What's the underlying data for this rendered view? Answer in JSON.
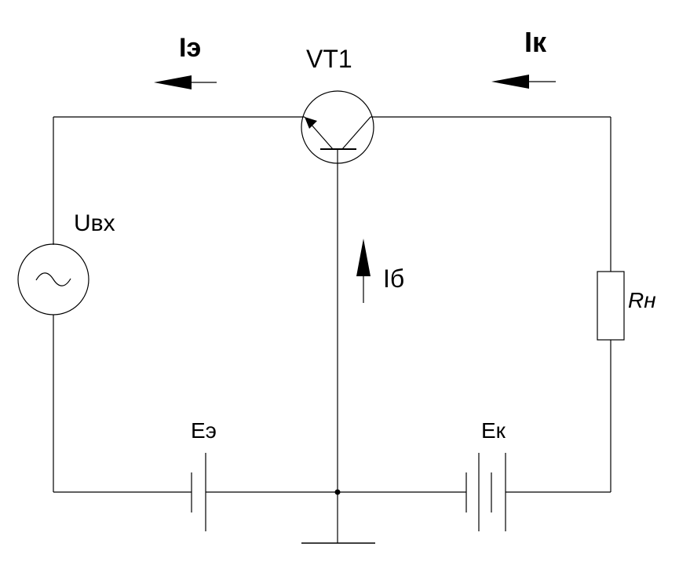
{
  "labels": {
    "emitter_current": "Iэ",
    "transistor": "VT1",
    "collector_current": "Iк",
    "input_voltage": "Uвх",
    "base_current": "Iб",
    "load_resistor": "Rн",
    "emitter_source": "Eэ",
    "collector_source": "Eк"
  },
  "colors": {
    "line": "#000000",
    "background": "#ffffff"
  }
}
